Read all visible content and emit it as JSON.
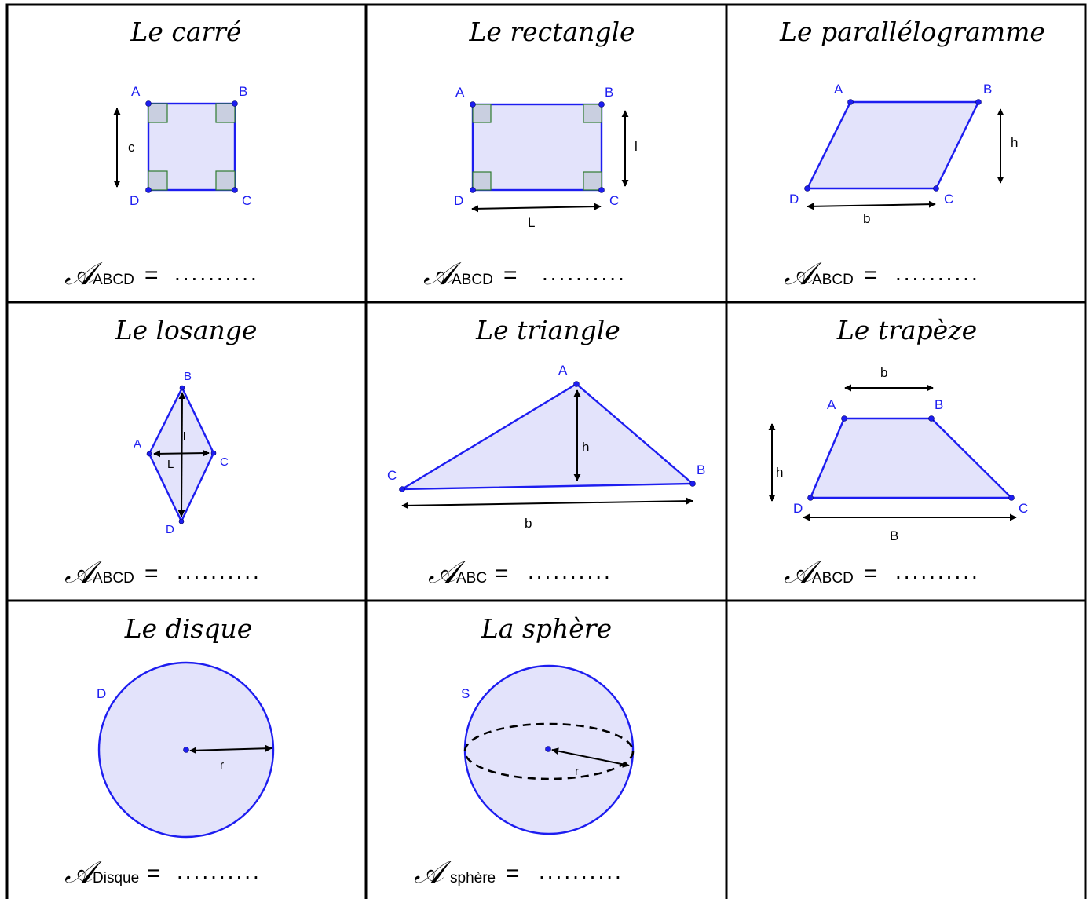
{
  "cells": {
    "carre": {
      "title": "Le carré",
      "vertices": {
        "A": "A",
        "B": "B",
        "C": "C",
        "D": "D"
      },
      "dims": {
        "side": "c"
      },
      "area_symbol": "𝒜",
      "area_sub": "ABCD",
      "area_eq": "=",
      "area_blank": ".........."
    },
    "rectangle": {
      "title": "Le rectangle",
      "vertices": {
        "A": "A",
        "B": "B",
        "C": "C",
        "D": "D"
      },
      "dims": {
        "width": "l",
        "length": "L"
      },
      "area_symbol": "𝒜",
      "area_sub": "ABCD",
      "area_eq": "=",
      "area_blank": ".........."
    },
    "parallelogramme": {
      "title": "Le parallélogramme",
      "vertices": {
        "A": "A",
        "B": "B",
        "C": "C",
        "D": "D"
      },
      "dims": {
        "height": "h",
        "base": "b"
      },
      "area_symbol": "𝒜",
      "area_sub": "ABCD",
      "area_eq": "=",
      "area_blank": ".........."
    },
    "losange": {
      "title": "Le losange",
      "vertices": {
        "A": "A",
        "B": "B",
        "C": "C",
        "D": "D"
      },
      "dims": {
        "small_diag": "l",
        "large_diag": "L"
      },
      "area_symbol": "𝒜",
      "area_sub": "ABCD",
      "area_eq": "=",
      "area_blank": ".........."
    },
    "triangle": {
      "title": "Le triangle",
      "vertices": {
        "A": "A",
        "B": "B",
        "C": "C"
      },
      "dims": {
        "height": "h",
        "base": "b"
      },
      "area_symbol": "𝒜",
      "area_sub": "ABC",
      "area_eq": "=",
      "area_blank": ".........."
    },
    "trapeze": {
      "title": "Le trapèze",
      "vertices": {
        "A": "A",
        "B": "B",
        "C": "C",
        "D": "D"
      },
      "dims": {
        "small_base": "b",
        "height": "h",
        "large_base": "B"
      },
      "area_symbol": "𝒜",
      "area_sub": "ABCD",
      "area_eq": "=",
      "area_blank": ".........."
    },
    "disque": {
      "title": "Le disque",
      "shape_label": "D",
      "dims": {
        "radius": "r"
      },
      "area_symbol": "𝒜",
      "area_sub": "Disque",
      "area_eq": "=",
      "area_blank": ".........."
    },
    "sphere": {
      "title": "La sphère",
      "shape_label": "S",
      "dims": {
        "radius": "r"
      },
      "area_symbol": "𝒜",
      "area_sub": "sphère",
      "area_eq": "=",
      "area_blank": ".........."
    }
  },
  "colors": {
    "shape_fill": "#e3e3fb",
    "shape_stroke": "#1d1df0",
    "right_angle_stroke": "#2f7a2f",
    "grid": "#000000"
  }
}
